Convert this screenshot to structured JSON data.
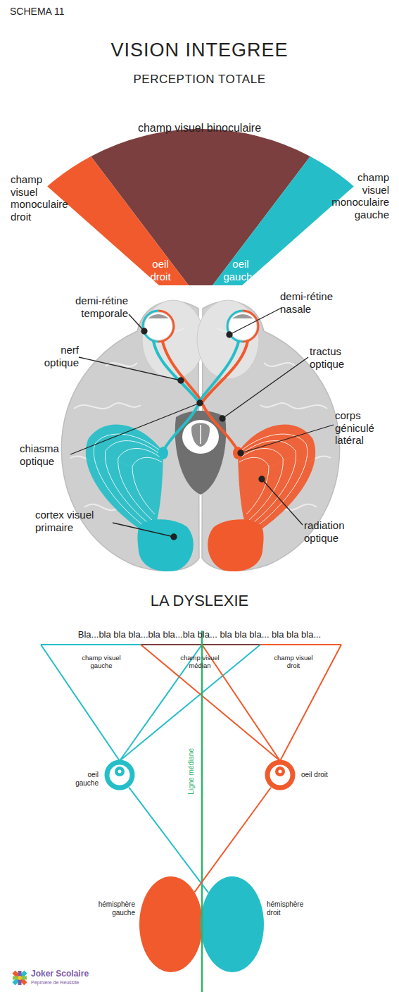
{
  "diagram": {
    "title": "VISION INTEGREE",
    "nodes": [
      {
        "text": [
          "oeil droit"
        ]
      },
      {
        "text": [
          "oeil gauche"
        ]
      },
      {
        "text": [
          "oeil gauche"
        ]
      },
      {
        "text": [
          "oeil droit"
        ]
      },
      {
        "text": [
          "hémisphère gauche"
        ]
      },
      {
        "text": [
          "hémisphère droit"
        ]
      }
    ],
    "edges": [
      {
        "from": 2,
        "to": 5,
        "arrow": "none"
      },
      {
        "from": 3,
        "to": 4,
        "arrow": "none"
      }
    ],
    "labels": [
      "SCHEMA 11",
      "PERCEPTION TOTALE",
      "champ visuel binoculaire",
      "champ visuel monoculaire droit",
      "champ visuel monoculaire gauche",
      "demi-rétine temporale",
      "demi-rétine nasale",
      "nerf optique",
      "tractus optique",
      "chiasma optique",
      "corps géniculé latéral",
      "cortex visuel primaire",
      "radiation optique",
      "LA DYSLEXIE",
      "Bla...bla bla bla...bla bla...bla bla... bla bla bla... bla bla bla...",
      "champ visuel gauche",
      "champ visuel médian",
      "champ visuel droit",
      "Ligne médiane",
      "Joker Scolaire",
      "Pépinière de Réussite"
    ]
  }
}
